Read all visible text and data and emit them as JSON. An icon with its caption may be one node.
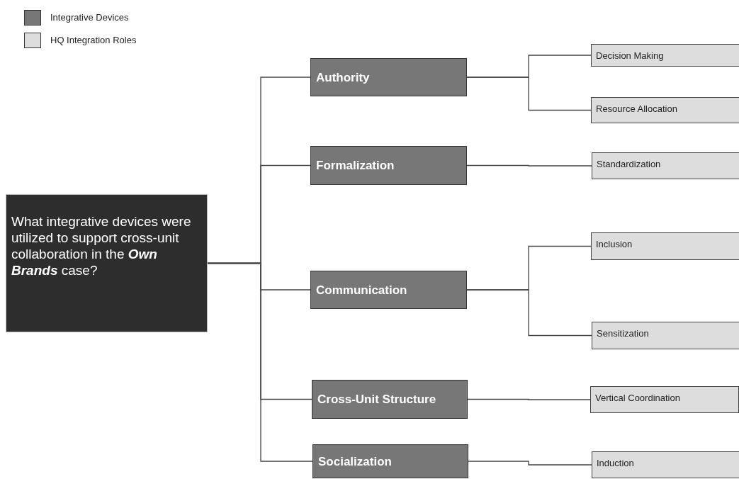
{
  "diagram": {
    "nodes": [
      {
        "text": [
          "What integrative devices were utilized to support cross-unit collaboration in the **Own Brands** case?"
        ]
      },
      {
        "text": [
          "Authority"
        ]
      },
      {
        "text": [
          "Formalization"
        ]
      },
      {
        "text": [
          "Communication"
        ]
      },
      {
        "text": [
          "Cross-Unit Structure"
        ]
      },
      {
        "text": [
          "Socialization"
        ]
      },
      {
        "text": [
          "Decision Making"
        ]
      },
      {
        "text": [
          "Resource Allocation"
        ]
      },
      {
        "text": [
          "Standardization"
        ]
      },
      {
        "text": [
          "Inclusion"
        ]
      },
      {
        "text": [
          "Sensitization"
        ]
      },
      {
        "text": [
          "Vertical Coordination"
        ]
      },
      {
        "text": [
          "Induction"
        ]
      }
    ],
    "edges": [
      {
        "from": 0,
        "to": 1,
        "arrow": "none"
      },
      {
        "from": 0,
        "to": 2,
        "arrow": "none"
      },
      {
        "from": 0,
        "to": 3,
        "arrow": "none"
      },
      {
        "from": 0,
        "to": 4,
        "arrow": "none"
      },
      {
        "from": 0,
        "to": 5,
        "arrow": "none"
      },
      {
        "from": 1,
        "to": 6,
        "arrow": "none"
      },
      {
        "from": 1,
        "to": 7,
        "arrow": "none"
      },
      {
        "from": 2,
        "to": 8,
        "arrow": "none"
      },
      {
        "from": 3,
        "to": 9,
        "arrow": "none"
      },
      {
        "from": 3,
        "to": 10,
        "arrow": "none"
      },
      {
        "from": 4,
        "to": 11,
        "arrow": "none"
      },
      {
        "from": 5,
        "to": 12,
        "arrow": "none"
      }
    ],
    "legend": [
      {
        "text": "Integrative Devices",
        "color": "#777777"
      },
      {
        "text": "HQ Integration Roles",
        "color": "#dddddd"
      }
    ]
  }
}
